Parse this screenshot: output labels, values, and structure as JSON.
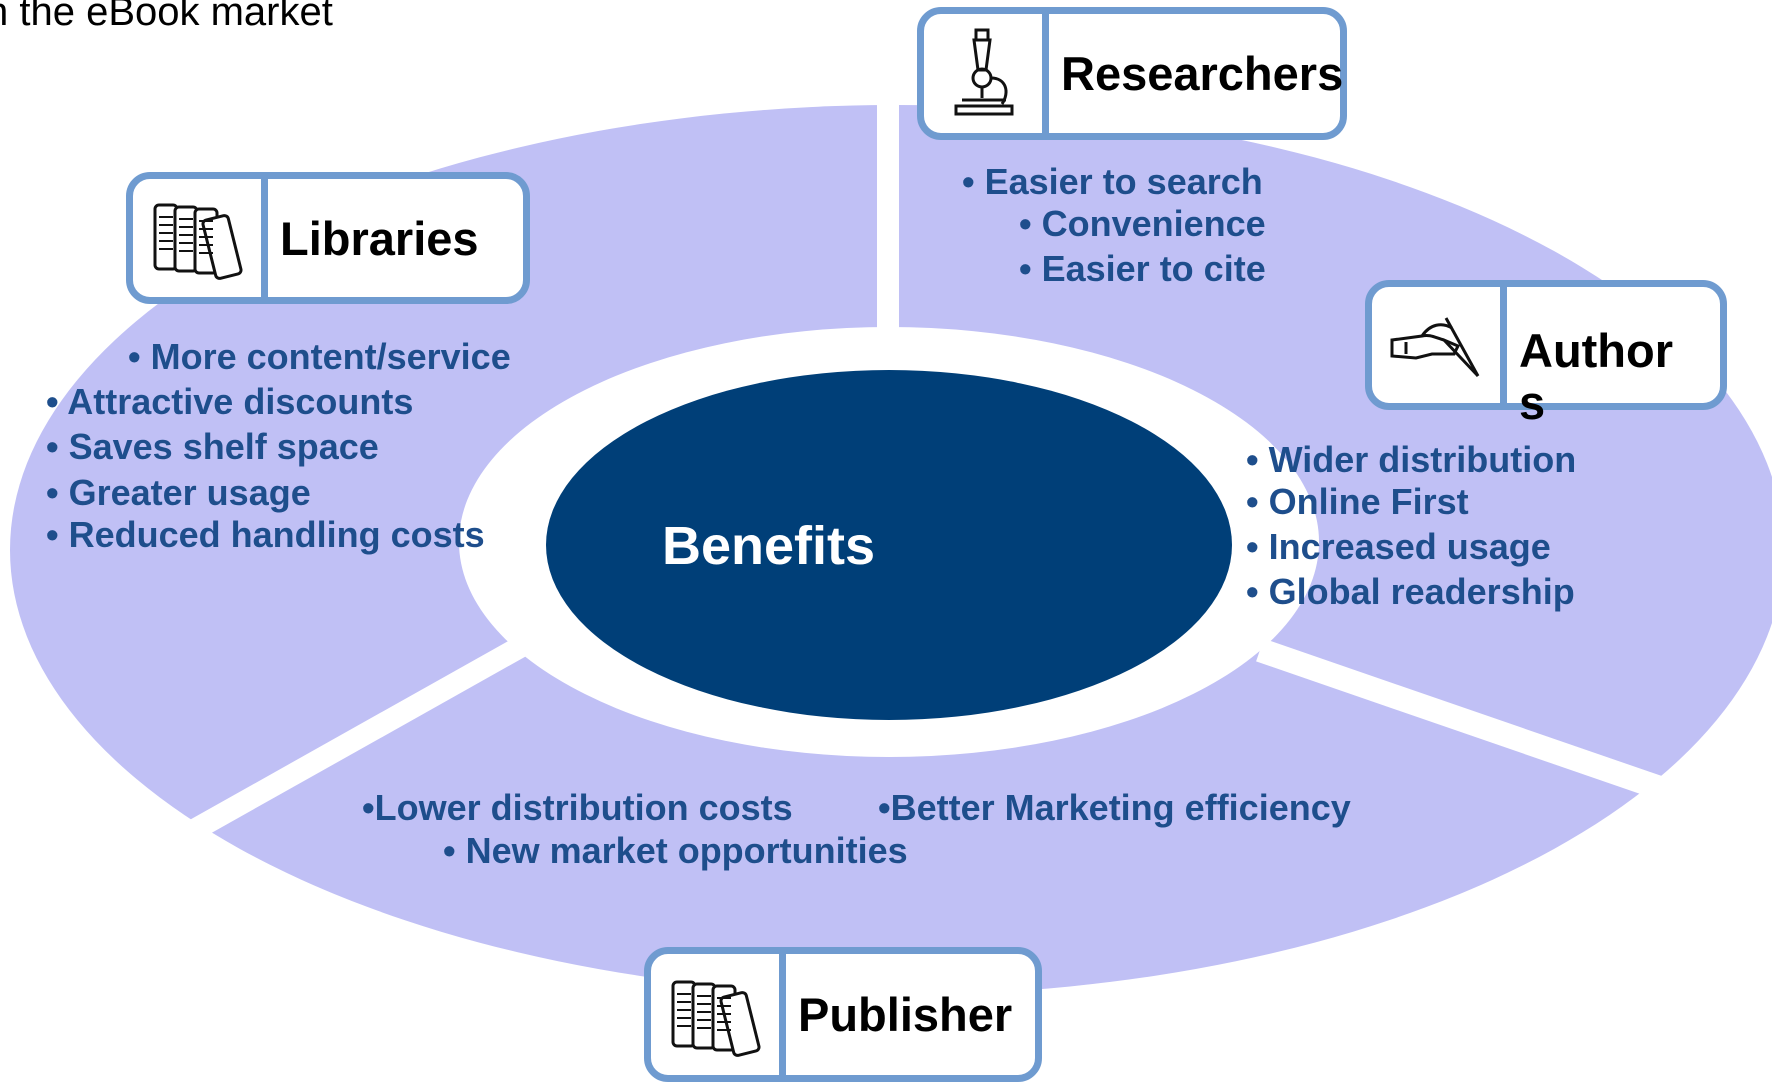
{
  "title": "n the eBook market",
  "center": {
    "label": "Benefits"
  },
  "colors": {
    "ring": "#c0c0f5",
    "center": "#003f78",
    "card_border": "#6f9bd0",
    "bullet_text": "#1e4e8c"
  },
  "segments": {
    "libraries": {
      "label": "Libraries",
      "icon": "books-icon",
      "bullets": [
        "• More content/service",
        "• Attractive discounts",
        "• Saves shelf space",
        "• Greater usage",
        "•  Reduced handling costs"
      ]
    },
    "researchers": {
      "label": "Researchers",
      "icon": "microscope-icon",
      "bullets": [
        "• Easier to search",
        "• Convenience",
        "• Easier to cite"
      ]
    },
    "authors": {
      "label_line1": "Author",
      "label_line2": "s",
      "icon": "writing-hand-icon",
      "bullets": [
        "• Wider distribution",
        "• Online First",
        "• Increased usage",
        "• Global readership"
      ]
    },
    "publisher": {
      "label": "Publisher",
      "icon": "books-icon",
      "bullets": [
        "•Lower distribution costs",
        "•Better Marketing efficiency",
        "• New market opportunities"
      ]
    }
  }
}
